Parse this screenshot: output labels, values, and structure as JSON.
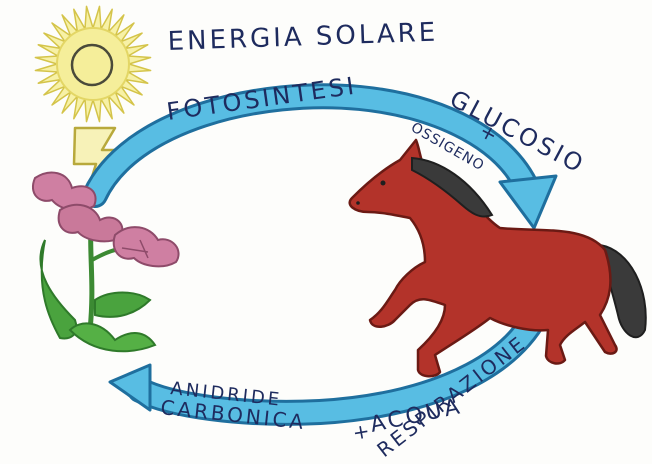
{
  "labels": {
    "solar_energy": "ENERGIA SOLARE",
    "photosynthesis": "FOTOSINTESI",
    "glucose": "GLUCOSIO",
    "plus_1": "+",
    "oxygen": "OSSIGENO",
    "carbon_dioxide_1": "ANIDRIDE",
    "carbon_dioxide_2": "CARBONICA",
    "plus_2": "+",
    "water": "ACQUA",
    "respiration": "RESPIRAZIONE"
  },
  "colors": {
    "cycle_arrow": "#4ab3d8",
    "cycle_arrow_outline": "#1f6f9e",
    "sun_fill": "#f5ee9a",
    "sun_outline": "#c9b63a",
    "horse_body": "#b83228",
    "horse_mane": "#3a3a3a",
    "flower_petals": "#c9799a",
    "leaves": "#4a9e3c",
    "text": "#1e2b5e"
  }
}
